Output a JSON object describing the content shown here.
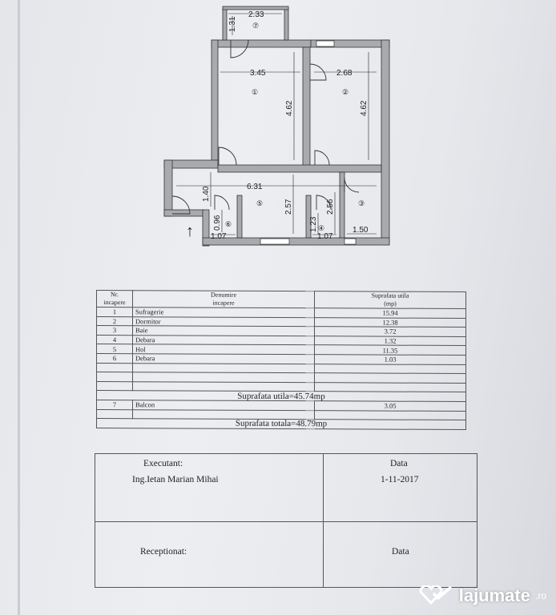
{
  "plan": {
    "dims": {
      "balcony_width": "2.33",
      "balcony_depth": "1.31",
      "r1_width": "3.45",
      "r1_height": "4.62",
      "r2_width": "2.68",
      "r2_height": "4.62",
      "hall_width": "6.31",
      "hall_height": "2.57",
      "entry_depth": "1.40",
      "bath_height": "2.56",
      "bath_width": "1.50",
      "storage4_height": "1.23",
      "storage4_width": "1.07",
      "storage6_height": "0.96",
      "storage6_width": "1.07"
    },
    "labels": {
      "r1": "①",
      "r2": "②",
      "r3": "③",
      "r4": "④",
      "r5": "⑤",
      "r6": "⑥",
      "r7": "⑦"
    },
    "entrance_arrow": "↑"
  },
  "table": {
    "header": {
      "nr": "Nr.\nincapere",
      "name": "Denumire\nincapere",
      "area": "Suprafata utila\n(mp)"
    },
    "rows": [
      {
        "nr": "1",
        "name": "Sufragerie",
        "area": "15.94"
      },
      {
        "nr": "2",
        "name": "Dormitor",
        "area": "12.38"
      },
      {
        "nr": "3",
        "name": "Baie",
        "area": "3.72"
      },
      {
        "nr": "4",
        "name": "Debara",
        "area": "1.32"
      },
      {
        "nr": "5",
        "name": "Hol",
        "area": "11.35"
      },
      {
        "nr": "6",
        "name": "Debara",
        "area": "1.03"
      }
    ],
    "useful_total": "Suprafata utila=45.74mp",
    "balcony_row": {
      "nr": "7",
      "name": "Balcon",
      "area": "3.05"
    },
    "grand_total": "Suprafata totala=48.79mp"
  },
  "signatures": {
    "executant_label": "Executant:",
    "executant_name": "Ing.Ietan Marian Mihai",
    "date_label_1": "Data",
    "date_value": "1-11-2017",
    "receptionat_label": "Receptionat:",
    "date_label_2": "Data"
  },
  "watermark": {
    "brand": "lajumate",
    "tld": ".ro"
  }
}
